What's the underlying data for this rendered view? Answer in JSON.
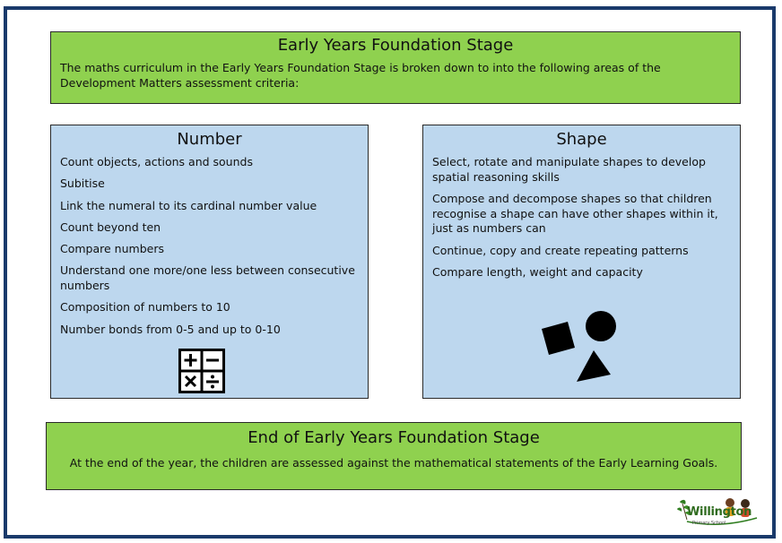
{
  "top": {
    "title": "Early Years Foundation Stage",
    "intro": "The maths curriculum in the Early Years Foundation Stage is broken down to into the following areas of the Development Matters assessment criteria:"
  },
  "number": {
    "title": "Number",
    "items": [
      "Count objects, actions and sounds",
      "Subitise",
      "Link the numeral to its cardinal number value",
      "Count beyond ten",
      "Compare numbers",
      "Understand one more/one less between consecutive numbers",
      "Composition of numbers to 10",
      "Number bonds from 0-5 and up to 0-10"
    ],
    "icon": "calculator-operations-icon"
  },
  "shape": {
    "title": "Shape",
    "items": [
      "Select, rotate and manipulate shapes to develop spatial reasoning skills",
      "Compose and decompose shapes so that children recognise a shape can have other shapes within it, just as numbers can",
      "Continue, copy and create repeating patterns",
      "Compare length, weight and capacity"
    ],
    "icon": "geometric-shapes-icon"
  },
  "bottom": {
    "title": "End of Early Years Foundation Stage",
    "summary": "At the end of the year, the children are assessed against the mathematical statements of the Early Learning Goals."
  },
  "logo": {
    "name": "Willington",
    "subtitle": "Primary School"
  },
  "colors": {
    "frame": "#1a3a6b",
    "green": "#8fd14f",
    "blue": "#bdd7ee"
  }
}
